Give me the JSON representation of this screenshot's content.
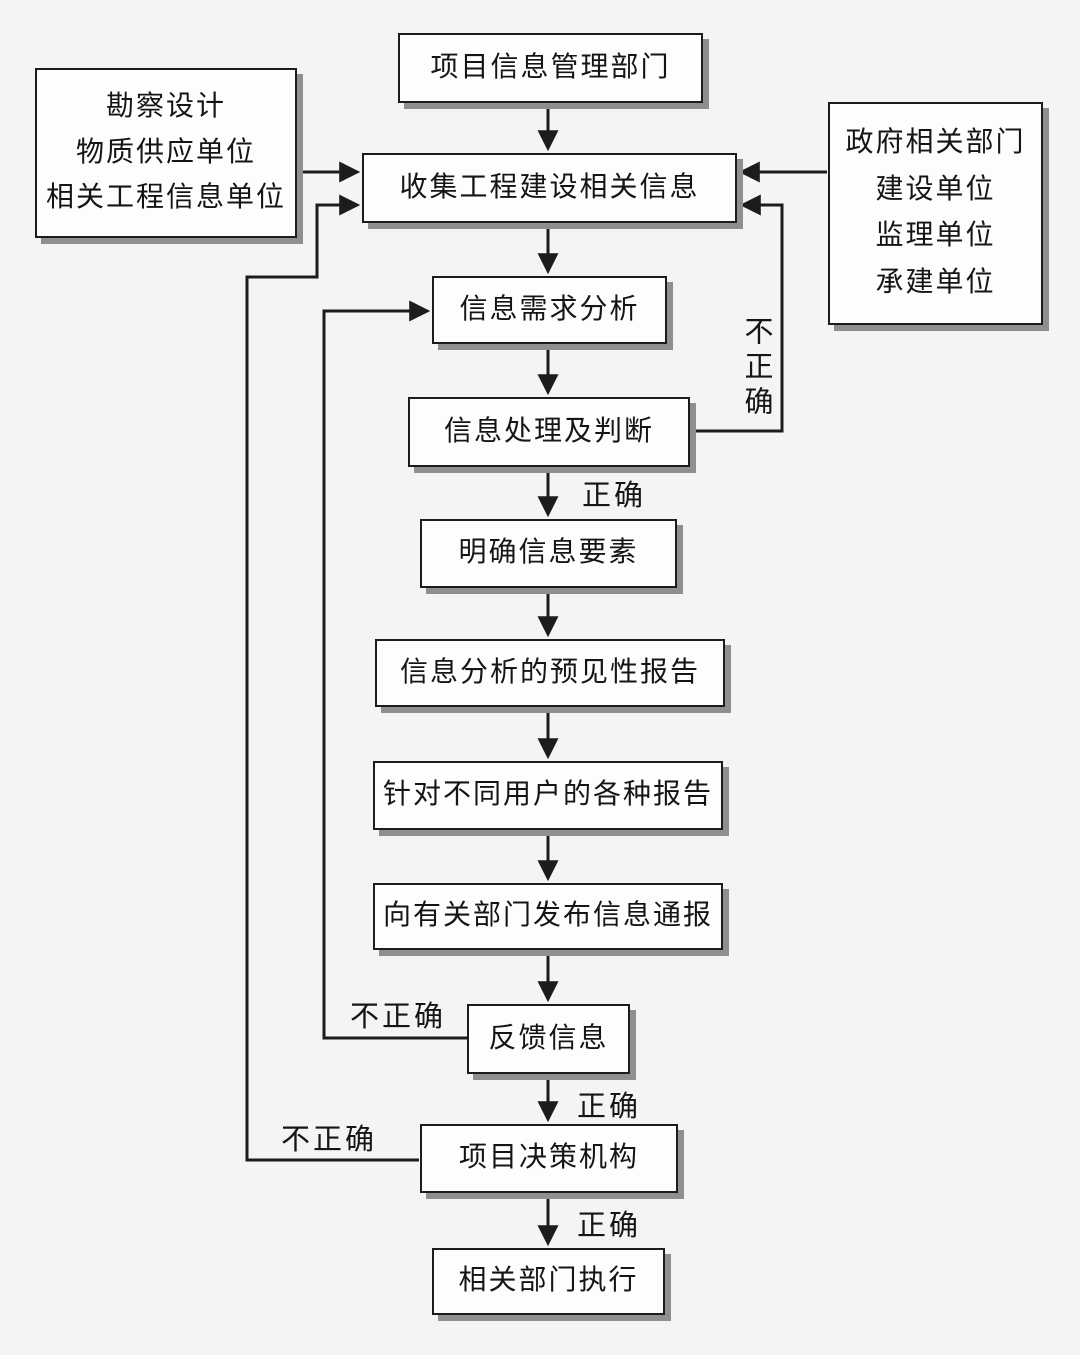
{
  "colors": {
    "background": "#f5f4f2",
    "box_fill": "#fefdfd",
    "line": "#1c1c1c",
    "shadow": "#8f8f8f"
  },
  "nodes": {
    "info_mgmt_dept": {
      "label": "项目信息管理部门"
    },
    "external_left": {
      "lines": [
        "勘察设计",
        "物质供应单位",
        "相关工程信息单位"
      ]
    },
    "external_right": {
      "lines": [
        "政府相关部门",
        "建设单位",
        "监理单位",
        "承建单位"
      ]
    },
    "collect_info": {
      "label": "收集工程建设相关信息"
    },
    "demand_analysis": {
      "label": "信息需求分析"
    },
    "process_judge": {
      "label": "信息处理及判断"
    },
    "clarify_elements": {
      "label": "明确信息要素"
    },
    "predictive_report": {
      "label": "信息分析的预见性报告"
    },
    "user_reports": {
      "label": "针对不同用户的各种报告"
    },
    "publish_bulletin": {
      "label": "向有关部门发布信息通报"
    },
    "feedback_info": {
      "label": "反馈信息"
    },
    "decision_org": {
      "label": "项目决策机构"
    },
    "execute_dept": {
      "label": "相关部门执行"
    }
  },
  "edge_labels": {
    "judge_correct": "正确",
    "judge_incorrect": "不正确",
    "feedback_incorrect": "不正确",
    "feedback_correct": "正确",
    "decision_incorrect": "不正确",
    "decision_correct": "正确"
  },
  "edges": [
    {
      "from": "info_mgmt_dept",
      "to": "collect_info"
    },
    {
      "from": "external_left",
      "to": "collect_info"
    },
    {
      "from": "external_right",
      "to": "collect_info"
    },
    {
      "from": "collect_info",
      "to": "demand_analysis"
    },
    {
      "from": "demand_analysis",
      "to": "process_judge"
    },
    {
      "from": "process_judge",
      "to": "clarify_elements",
      "label": "正确"
    },
    {
      "from": "process_judge",
      "to": "collect_info",
      "label": "不正确"
    },
    {
      "from": "clarify_elements",
      "to": "predictive_report"
    },
    {
      "from": "predictive_report",
      "to": "user_reports"
    },
    {
      "from": "user_reports",
      "to": "publish_bulletin"
    },
    {
      "from": "publish_bulletin",
      "to": "feedback_info"
    },
    {
      "from": "feedback_info",
      "to": "demand_analysis",
      "label": "不正确"
    },
    {
      "from": "feedback_info",
      "to": "decision_org",
      "label": "正确"
    },
    {
      "from": "decision_org",
      "to": "collect_info",
      "label": "不正确"
    },
    {
      "from": "decision_org",
      "to": "execute_dept",
      "label": "正确"
    }
  ]
}
